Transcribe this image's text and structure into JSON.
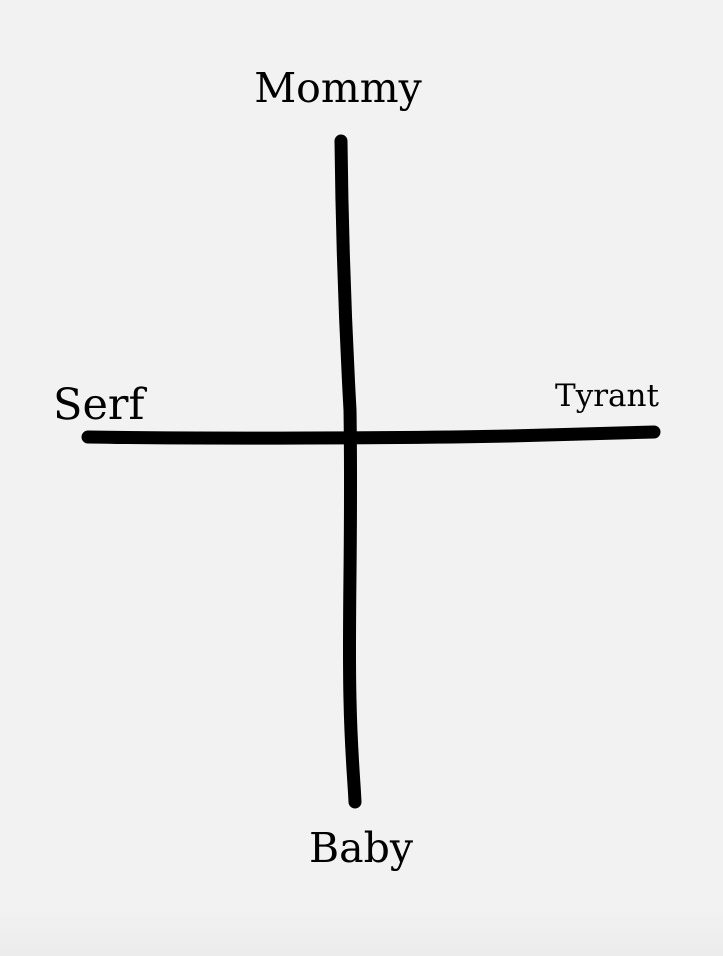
{
  "diagram": {
    "axes": {
      "vertical": {
        "top_label": "Mommy",
        "bottom_label": "Baby"
      },
      "horizontal": {
        "left_label": "Serf",
        "right_label": "Tyrant"
      }
    },
    "colors": {
      "background": "#f2f2f2",
      "ink": "#000000"
    }
  }
}
